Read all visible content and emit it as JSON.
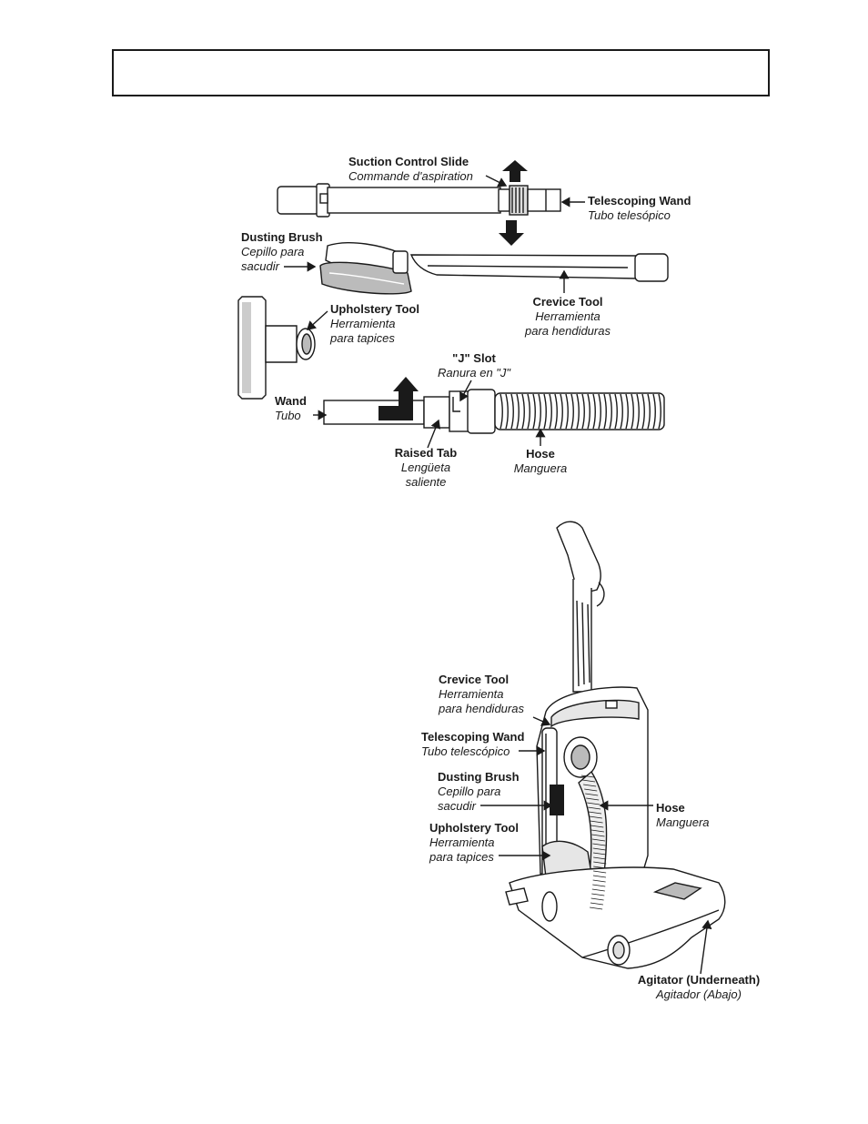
{
  "header": {
    "title": ""
  },
  "accessories": {
    "suction_control": {
      "en": "Suction Control Slide",
      "es": "Commande d'aspiration"
    },
    "telescoping_wand": {
      "en": "Telescoping Wand",
      "es": "Tubo telesópico"
    },
    "dusting_brush": {
      "en": "Dusting Brush",
      "es1": "Cepillo para",
      "es2": "sacudir"
    },
    "crevice_tool": {
      "en": "Crevice Tool",
      "es1": "Herramienta",
      "es2": "para hendiduras"
    },
    "upholstery_tool": {
      "en": "Upholstery Tool",
      "es1": "Herramienta",
      "es2": "para tapices"
    },
    "j_slot": {
      "en": "\"J\" Slot",
      "es": "Ranura en \"J\""
    },
    "wand": {
      "en": "Wand",
      "es": "Tubo"
    },
    "raised_tab": {
      "en": "Raised Tab",
      "es1": "Lengüeta",
      "es2": "saliente"
    },
    "hose": {
      "en": "Hose",
      "es": "Manguera"
    }
  },
  "storage": {
    "crevice_tool": {
      "en": "Crevice Tool",
      "es1": "Herramienta",
      "es2": "para hendiduras"
    },
    "telescoping_wand": {
      "en": "Telescoping Wand",
      "es": "Tubo telescópico"
    },
    "dusting_brush": {
      "en": "Dusting Brush",
      "es1": "Cepillo para",
      "es2": "sacudir"
    },
    "upholstery_tool": {
      "en": "Upholstery Tool",
      "es1": "Herramienta",
      "es2": "para tapices"
    },
    "hose": {
      "en": "Hose",
      "es": "Manguera"
    },
    "agitator": {
      "en": "Agitator (Underneath)",
      "es": "Agitador (Abajo)"
    }
  },
  "colors": {
    "ink": "#1a1a1a",
    "shade": "#e6e6e6",
    "mid": "#bdbdbd"
  }
}
